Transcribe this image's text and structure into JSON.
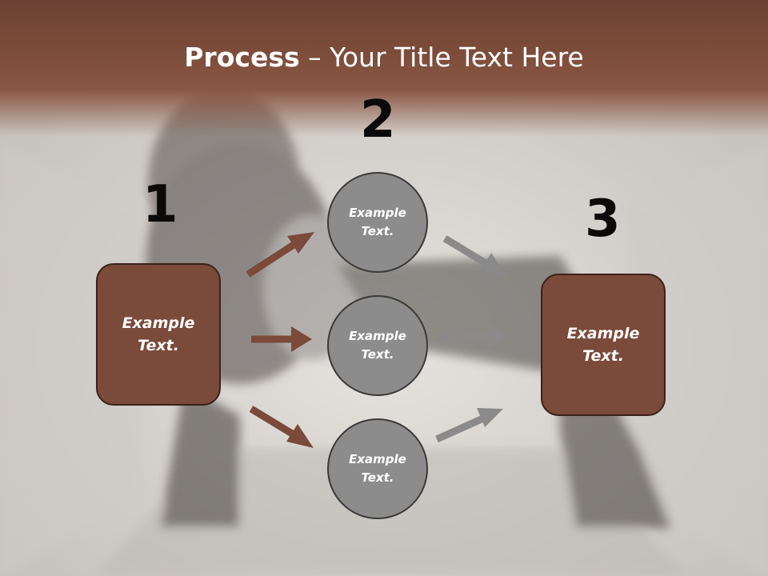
{
  "title": {
    "bold": "Process",
    "rest": " – Your Title Text Here"
  },
  "steps": [
    {
      "number": "1"
    },
    {
      "number": "2"
    },
    {
      "number": "3"
    }
  ],
  "left_box": {
    "text": "Example Text."
  },
  "circles": [
    {
      "text": "Example Text."
    },
    {
      "text": "Example Text."
    },
    {
      "text": "Example Text."
    }
  ],
  "right_box": {
    "text": "Example Text."
  },
  "colors": {
    "header_band": "#7c4c3a",
    "box_fill": "#7a4a3a",
    "box_border": "#3b221a",
    "circle_fill": "#8c8c8c",
    "arrow_brown": "#7a4a3a",
    "arrow_gray": "#8a8a8a"
  }
}
